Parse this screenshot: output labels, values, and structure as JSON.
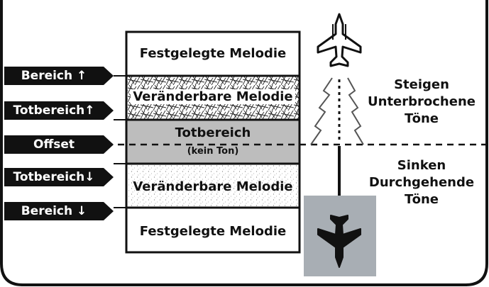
{
  "labels": {
    "bereich_up": "Bereich ↑",
    "totbereich_up": "Totbereich↑",
    "offset": "Offset",
    "totbereich_down": "Totbereich↓",
    "bereich_down": "Bereich ↓"
  },
  "bands": {
    "fixed_top": "Festgelegte Melodie",
    "variable_top": "Veränderbare Melodie",
    "dead_title": "Totbereich",
    "dead_sub": "(kein Ton)",
    "variable_bottom": "Veränderbare Melodie",
    "fixed_bottom": "Festgelegte Melodie"
  },
  "climb": {
    "line1": "Steigen",
    "line2": "Unterbrochene",
    "line3": "Töne"
  },
  "sink": {
    "line1": "Sinken",
    "line2": "Durchgehende",
    "line3": "Töne"
  },
  "colors": {
    "ink": "#111111",
    "dead_band": "#bdbdbd",
    "plane_box": "#a8aeb4",
    "label_bg": "#111111"
  }
}
